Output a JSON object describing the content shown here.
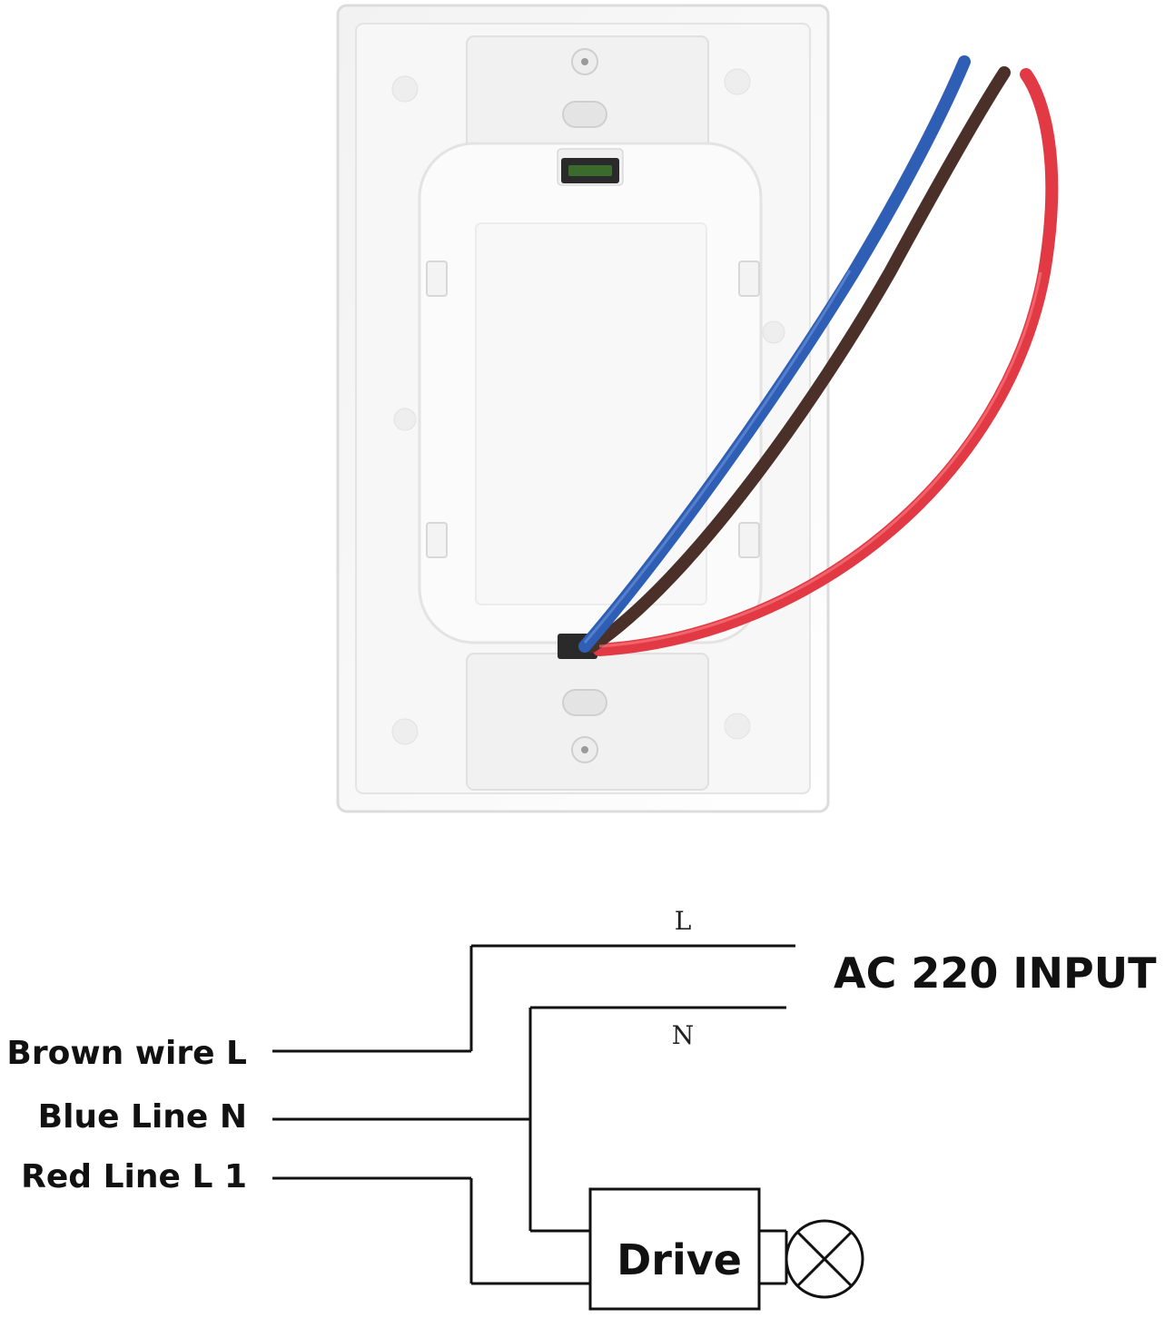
{
  "colors": {
    "wire_blue": "#2f5fb5",
    "wire_brown": "#4a3028",
    "wire_red": "#e23a44",
    "plate": "#f6f6f6",
    "line": "#111111"
  },
  "photo": {
    "subject": "switch-back-plate"
  },
  "diagram": {
    "line_l": "L",
    "line_n": "N",
    "input_label": "AC 220 INPUT",
    "wires": [
      {
        "label": "Brown wire L"
      },
      {
        "label": "Blue Line N"
      },
      {
        "label": "Red Line L 1"
      }
    ],
    "drive_label": "Drive",
    "load_icon": "lamp-icon"
  }
}
